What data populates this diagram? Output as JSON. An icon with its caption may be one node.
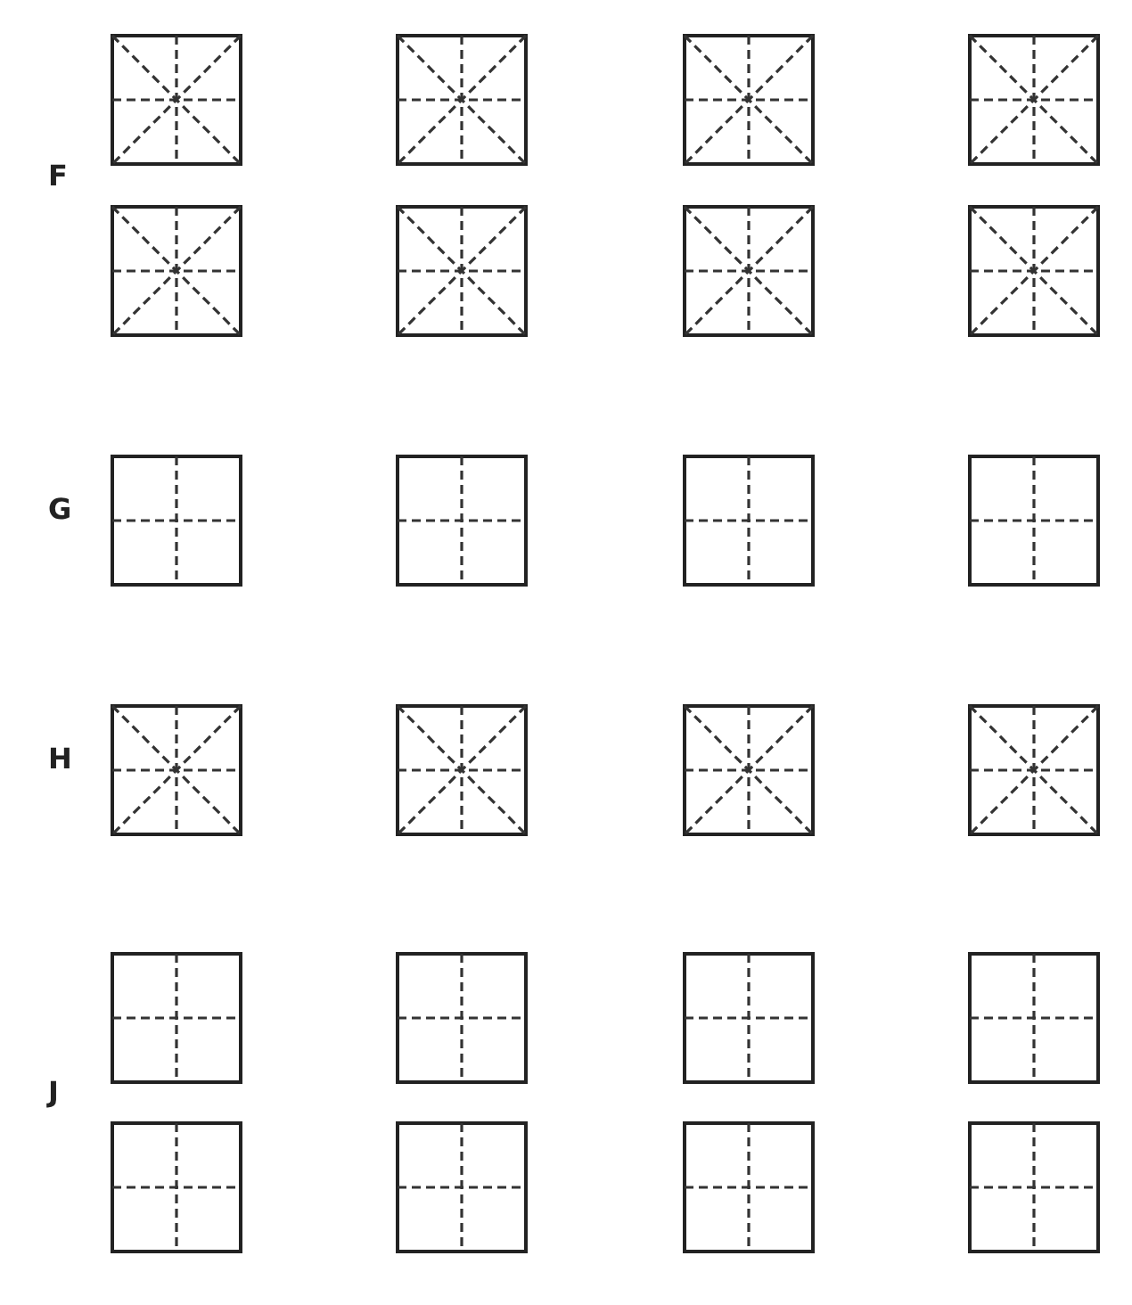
{
  "diagram": {
    "labels": [
      "F",
      "G",
      "H",
      "J"
    ]
  }
}
